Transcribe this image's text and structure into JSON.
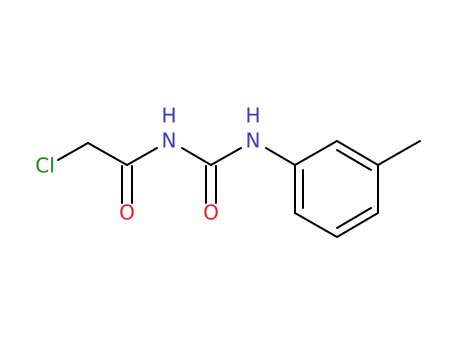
{
  "atoms": {
    "cl": {
      "text": "Cl",
      "color": "#1a8c1a"
    },
    "o_amide": {
      "text": "O",
      "color": "#e0202a"
    },
    "o_urea": {
      "text": "O",
      "color": "#e0202a"
    },
    "n_amide": {
      "text": "N",
      "color": "#3b3bb3"
    },
    "h_amide": {
      "text": "H",
      "color": "#3b3bb3"
    },
    "n_aryl": {
      "text": "N",
      "color": "#3b3bb3"
    },
    "h_aryl": {
      "text": "H",
      "color": "#3b3bb3"
    }
  },
  "colors": {
    "bond": "#000000",
    "background": "#ffffff"
  }
}
